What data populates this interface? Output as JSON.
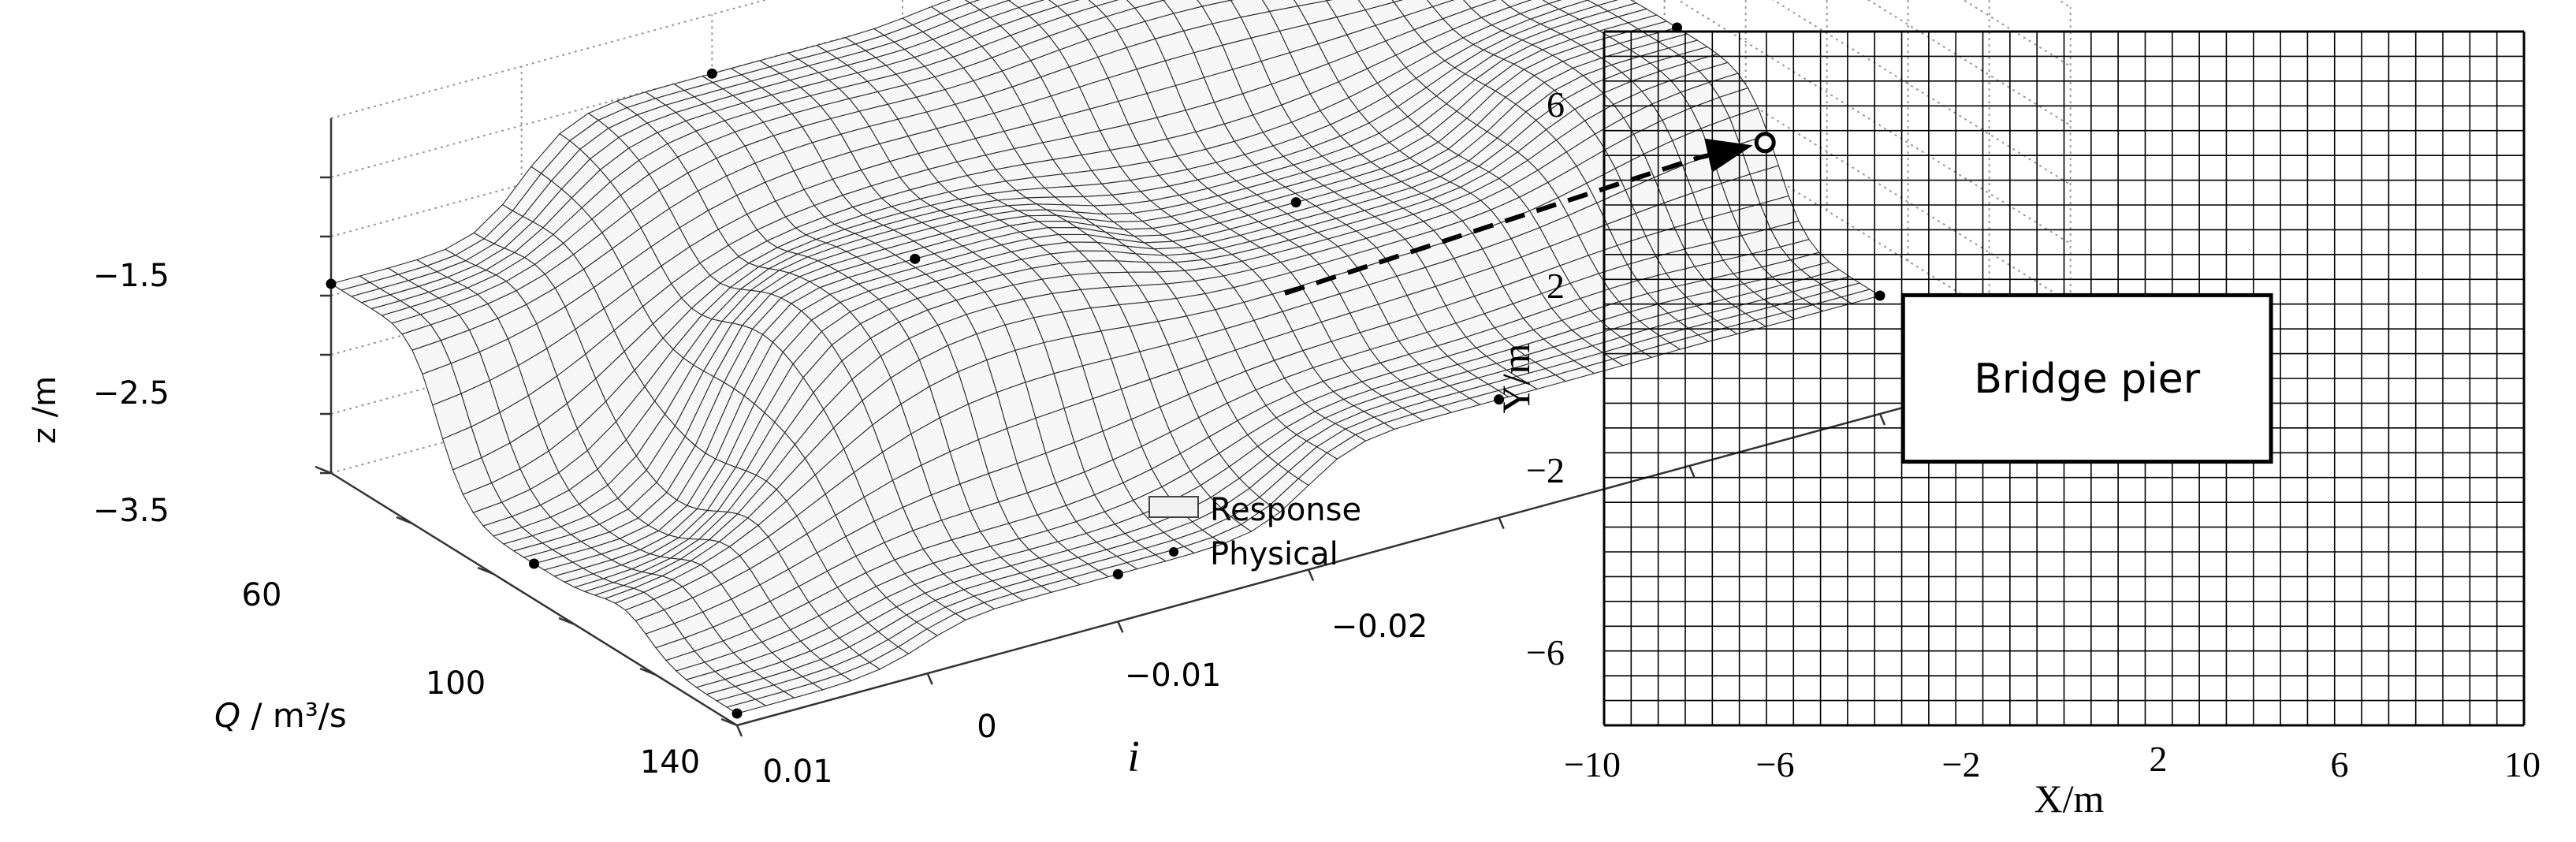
{
  "chart_data": [
    {
      "type": "surface3d",
      "zlabel": "z /m",
      "ylabel_italic": "Q",
      "ylabel_rest": " / m³/s",
      "xlabel": "i",
      "z_ticks": [
        "−1.5",
        "−2.5",
        "−3.5"
      ],
      "q_ticks": [
        "60",
        "100",
        "140"
      ],
      "i_ticks": [
        "0.01",
        "0",
        "−0.01",
        "−0.02"
      ],
      "legend": [
        "Response",
        "Physical"
      ],
      "physical_points": [
        {
          "i": 0.01,
          "Q": 40,
          "z": -1.9
        },
        {
          "i": 0.0,
          "Q": 40,
          "z": -1.0
        },
        {
          "i": -0.01,
          "Q": 40,
          "z": -0.9
        },
        {
          "i": -0.02,
          "Q": 40,
          "z": -1.2
        },
        {
          "i": 0.01,
          "Q": 90,
          "z": -3.2
        },
        {
          "i": 0.0,
          "Q": 90,
          "z": -1.5
        },
        {
          "i": -0.01,
          "Q": 90,
          "z": -1.9
        },
        {
          "i": -0.02,
          "Q": 90,
          "z": -1.3
        },
        {
          "i": 0.01,
          "Q": 140,
          "z": -3.4
        },
        {
          "i": 0.0,
          "Q": 140,
          "z": -3.1
        },
        {
          "i": -0.01,
          "Q": 140,
          "z": -2.5
        },
        {
          "i": -0.02,
          "Q": 140,
          "z": -2.5
        }
      ]
    },
    {
      "type": "mesh_plan",
      "xlabel": "X/m",
      "ylabel": "Y/m",
      "x_ticks": [
        "−10",
        "−6",
        "−2",
        "2",
        "6",
        "10"
      ],
      "y_ticks": [
        "6",
        "2",
        "−2",
        "−6"
      ],
      "xlim": [
        -10,
        10
      ],
      "ylim": [
        -7.5,
        7.5
      ],
      "pier_label": "Bridge pier",
      "pier_extent": {
        "x": [
          -3.5,
          4.5
        ],
        "y": [
          -1.8,
          1.8
        ]
      },
      "probe_point": {
        "x": -6.5,
        "y": 5.1
      }
    }
  ]
}
